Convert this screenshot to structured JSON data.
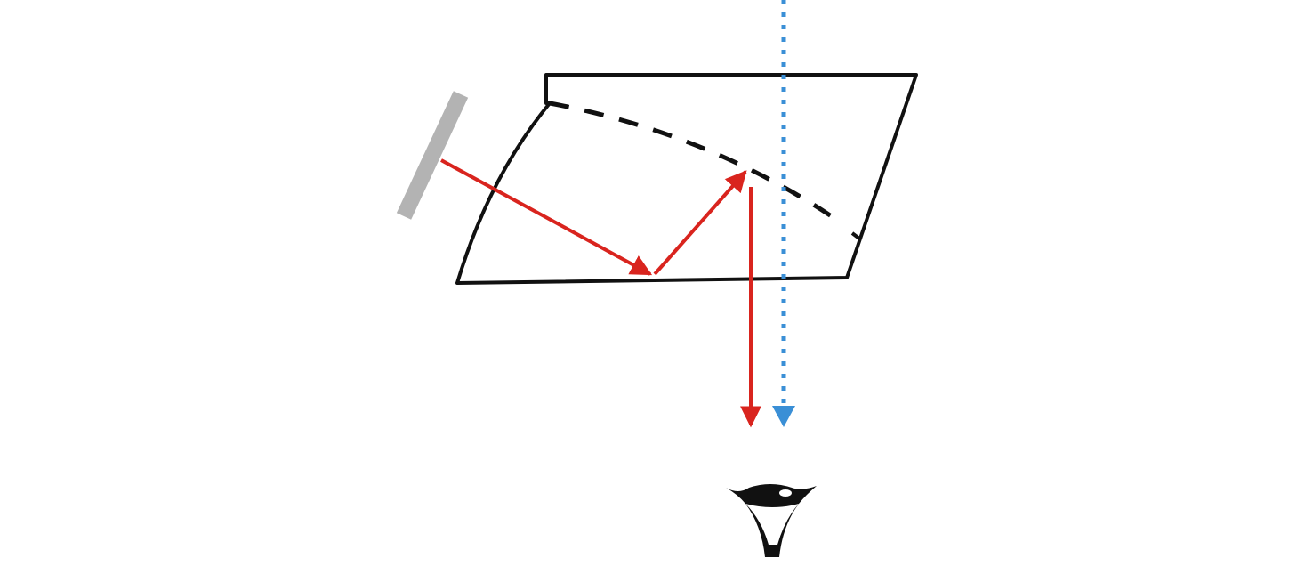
{
  "diagram": {
    "components": [
      {
        "id": "display",
        "kind": "image source (display panel)",
        "color": "#b3b3b3"
      },
      {
        "id": "prism",
        "kind": "freeform prism optic",
        "color": "#111111"
      },
      {
        "id": "half-mirror",
        "kind": "dashed partially reflective surface",
        "color": "#111111"
      },
      {
        "id": "eye",
        "kind": "eye-icon"
      }
    ],
    "rays": [
      {
        "id": "virtual-image-ray",
        "color": "#d9241e",
        "style": "solid",
        "path": [
          "display",
          "prism-bottom",
          "half-mirror",
          "eye"
        ]
      },
      {
        "id": "see-through-ray",
        "color": "#3a8fd6",
        "style": "dotted",
        "path": [
          "outside-world",
          "prism",
          "eye"
        ]
      }
    ]
  }
}
